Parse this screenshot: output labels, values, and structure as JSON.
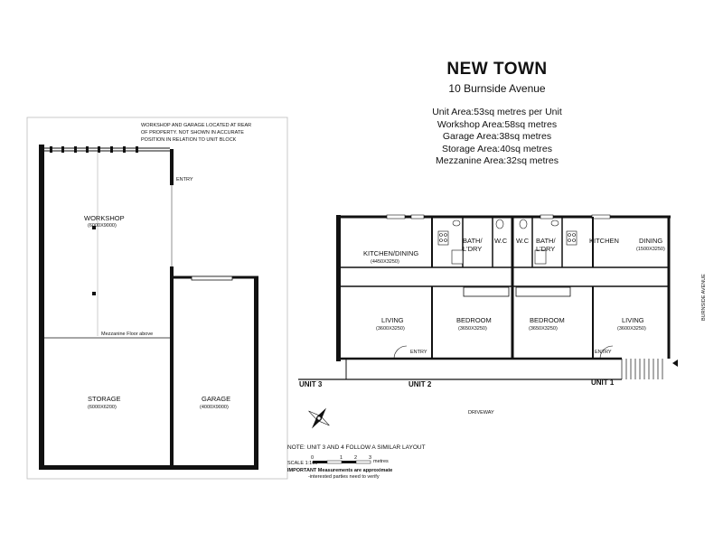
{
  "header": {
    "title": "NEW TOWN",
    "address": "10 Burnside Avenue",
    "areas": [
      "Unit Area:53sq metres per Unit",
      "Workshop Area:58sq metres",
      "Garage Area:38sq metres",
      "Storage Area:40sq metres",
      "Mezzanine Area:32sq metres"
    ]
  },
  "rear_plan": {
    "location_note_1": "WORKSHOP AND GARAGE LOCATED AT REAR",
    "location_note_2": "OF PROPERTY. NOT SHOWN IN ACCURATE",
    "location_note_3": "POSITION IN RELATION TO UNIT BLOCK",
    "workshop": {
      "name": "WORKSHOP",
      "dims": "(6000X9000)"
    },
    "entry": "ENTRY",
    "mezzanine": "Mezzanine Floor above",
    "storage": {
      "name": "STORAGE",
      "dims": "(6000X6200)"
    },
    "garage": {
      "name": "GARAGE",
      "dims": "(4000X9000)"
    }
  },
  "unit_plan": {
    "kitchen_dining": {
      "name": "KITCHEN/DINING",
      "dims": "(4450X3250)"
    },
    "bath_left": [
      "BATH/",
      "L'DRY"
    ],
    "wc_left": "W.C",
    "wc_right": "W.C",
    "bath_right": [
      "BATH/",
      "L'DRY"
    ],
    "kitchen": "KITCHEN",
    "dining": {
      "name": "DINING",
      "dims": "(1500X3250)"
    },
    "living_left": {
      "name": "LIVING",
      "dims": "(3600X3250)"
    },
    "bedroom_left": {
      "name": "BEDROOM",
      "dims": "(3650X3250)"
    },
    "bedroom_right": {
      "name": "BEDROOM",
      "dims": "(3650X3250)"
    },
    "living_right": {
      "name": "LIVING",
      "dims": "(3600X3250)"
    },
    "entry_left": "ENTRY",
    "entry_right": "ENTRY",
    "unit3": "UNIT 3",
    "unit2": "UNIT 2",
    "unit1": "UNIT 1",
    "driveway": "DRIVEWAY",
    "street": "BURNSIDE AVENUE"
  },
  "footer": {
    "note": "NOTE: UNIT 3 AND 4 FOLLOW A SIMILAR LAYOUT",
    "scale": "SCALE 1:160",
    "scale_ticks": [
      "0",
      "1",
      "2",
      "3"
    ],
    "scale_unit": "metres",
    "disclaimer_bold": "IMPORTANT Measurements are approximate",
    "disclaimer": "-interested parties need to verify"
  }
}
